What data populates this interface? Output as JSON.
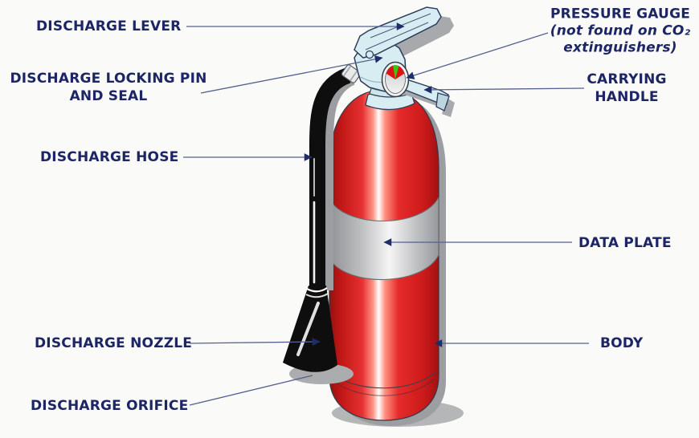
{
  "colors": {
    "background": "#fafaf8",
    "label_text": "#1c2565",
    "leader_line": "#55618f",
    "arrowhead": "#1f2d6b",
    "tank_red": "#df1f1f",
    "tank_highlight": "#ffffff",
    "valve_pale_blue": "#d7edf2",
    "hose_black": "#0e0e0e",
    "data_plate_gray": "#c6c7c9",
    "gauge_red": "#e21212",
    "gauge_green": "#35cb12",
    "shadow_gray": "#a7a9ac"
  },
  "labels": {
    "discharge_lever": "DISCHARGE LEVER",
    "discharge_locking_pin": {
      "line1": "DISCHARGE LOCKING PIN",
      "line2": "AND SEAL"
    },
    "pressure_gauge": {
      "title": "PRESSURE GAUGE",
      "note_line1": "(not found on CO₂",
      "note_line2": "extinguishers)"
    },
    "carrying_handle": {
      "line1": "CARRYING",
      "line2": "HANDLE"
    },
    "discharge_hose": "DISCHARGE HOSE",
    "data_plate": "DATA PLATE",
    "discharge_nozzle": "DISCHARGE NOZZLE",
    "body": "BODY",
    "discharge_orifice": "DISCHARGE ORIFICE"
  }
}
